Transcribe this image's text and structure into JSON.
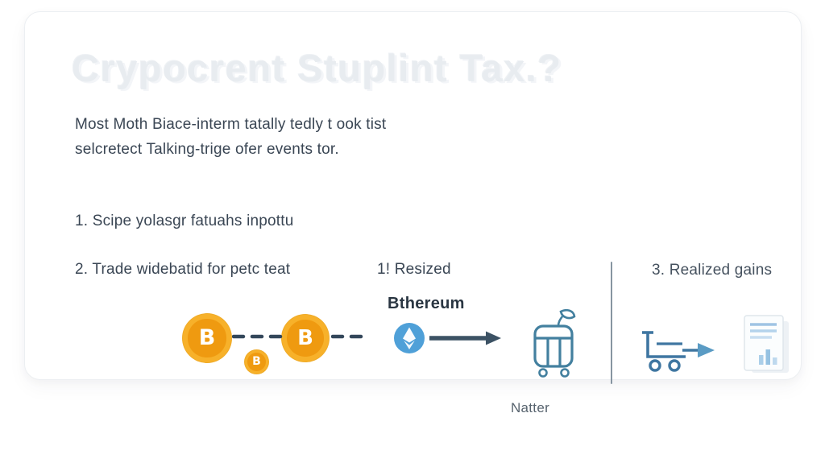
{
  "ghost_title": "Crypocrent Stuplint Tax.?",
  "intro": {
    "line1": "Most Moth Biace-interm tatally tedly t ook tist",
    "line2": "selcretect Talking-trige ofer events tor."
  },
  "steps": {
    "one": "1. Scipe yolasgr fatuahs inpottu",
    "two": "2. Trade widebatid for petc teat",
    "resized": "1! Resized",
    "realized": "3. Realized gains"
  },
  "flow": {
    "eth_label": "Bthereum",
    "basket_label": "Natter",
    "bitcoin_glyph": "B"
  },
  "colors": {
    "bitcoin_outer": "#F7B12A",
    "bitcoin_inner": "#EF9A10",
    "ethereum_blue": "#4FA0D8",
    "arrow_slate": "#3C5264",
    "basket_teal": "#43809F",
    "cart_blue": "#3F76A1",
    "divider_gray": "#8795A1",
    "text_dark": "#3A4654",
    "ghost_gray": "#E8ECF0"
  }
}
